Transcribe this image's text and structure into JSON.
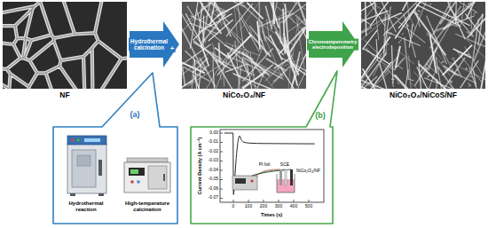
{
  "diagram": {
    "nodes": [
      {
        "text": [
          "NF"
        ]
      },
      {
        "text": [
          "NiCo₂O₄/NF"
        ]
      },
      {
        "text": [
          "NiCo₂O₄/NiCoS/NF"
        ]
      },
      {
        "text": [
          "(a)"
        ]
      },
      {
        "text": [
          "(b)"
        ]
      }
    ],
    "edges": [
      {
        "from": 0,
        "to": 1,
        "arrow": "to",
        "label": "Hydrothermal calcination"
      },
      {
        "from": 1,
        "to": 2,
        "arrow": "to",
        "label": "Chronoamperometry electrodeposition"
      }
    ],
    "labels": [
      "+",
      "Hydrothermal reaction",
      "High-temperature calcination",
      "0.00",
      "-0.01",
      "-0.02",
      "-0.03",
      "-0.04",
      "-0.05",
      "-0.06",
      "-0.07",
      "0",
      "100",
      "200",
      "300",
      "400",
      "500",
      "Current Density (A cm⁻²)",
      "Times (s)",
      "SCE",
      "Pt foil",
      "NiCo₂O₄/NF"
    ]
  }
}
